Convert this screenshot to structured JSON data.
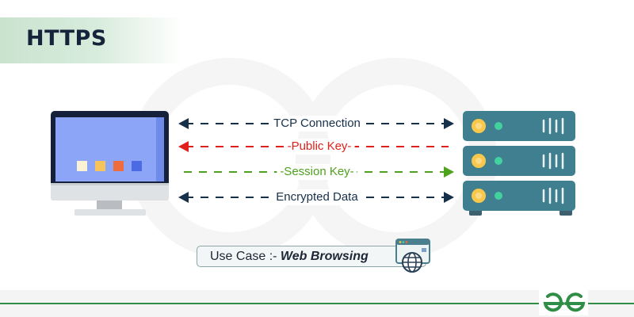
{
  "title": "HTTPS",
  "links": [
    {
      "label": "TCP Connection",
      "direction": "both",
      "color": "#17304a"
    },
    {
      "label": "-Public Key-",
      "direction": "to-client",
      "color": "#e0201b"
    },
    {
      "label": "-Session Key-",
      "direction": "to-server",
      "color": "#4ea21e"
    },
    {
      "label": "Encrypted Data",
      "direction": "both",
      "color": "#17304a"
    }
  ],
  "use_case": {
    "prefix": "Use Case :- ",
    "value": "Web Browsing",
    "icon": "web-browser-globe-icon"
  },
  "nodes": {
    "client": {
      "icon": "desktop-monitor-icon"
    },
    "server": {
      "icon": "server-rack-icon",
      "units": 3
    }
  },
  "colors": {
    "accent_green": "#2f8d46",
    "server_teal": "#3f7f8f",
    "monitor_screen": "#8ca5f7"
  },
  "brand": {
    "logo": "gfg-logo-icon"
  }
}
